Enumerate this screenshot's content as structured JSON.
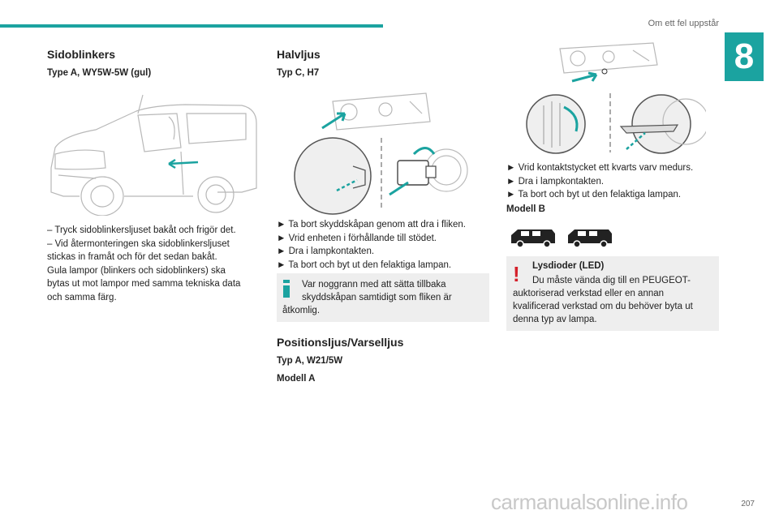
{
  "header": {
    "title": "Om ett fel uppstår",
    "chapter": "8"
  },
  "col1": {
    "title": "Sidoblinkers",
    "subtitle": "Type A, WY5W-5W (gul)",
    "lines": [
      "– Tryck sidoblinkersljuset bakåt och frigör det.",
      "– Vid återmonteringen ska sidoblinkersljuset",
      "stickas in framåt och för det sedan bakåt.",
      "Gula lampor (blinkers och sidoblinkers) ska",
      "bytas ut mot lampor med samma tekniska data",
      "och samma färg."
    ]
  },
  "col2": {
    "title": "Halvljus",
    "subtitle": "Typ C, H7",
    "steps": [
      "► Ta bort skyddskåpan genom att dra i fliken.",
      "► Vrid enheten i förhållande till stödet.",
      "► Dra i lampkontakten.",
      "► Ta bort och byt ut den felaktiga lampan."
    ],
    "info": {
      "icon": "info-icon",
      "lines": [
        "Var noggrann med att sätta tillbaka",
        "skyddskåpan samtidigt som fliken är",
        "åtkomlig."
      ]
    },
    "title2": "Positionsljus/Varselljus",
    "subtitle2": "Typ A, W21/5W",
    "model": "Modell A"
  },
  "col3": {
    "steps": [
      "► Vrid kontaktstycket ett kvarts varv medurs.",
      "► Dra i lampkontakten.",
      "► Ta bort och byt ut den felaktiga lampan."
    ],
    "model": "Modell B",
    "warning": {
      "icon": "warning-icon",
      "title": "Lysdioder (LED)",
      "lines": [
        "Du måste vända dig till en PEUGEOT-",
        "auktoriserad verkstad eller en annan",
        "kvalificerad verkstad om du behöver byta ut",
        "denna typ av lampa."
      ]
    }
  },
  "footer": {
    "page": "207",
    "watermark": "carmanualsonline.info"
  }
}
